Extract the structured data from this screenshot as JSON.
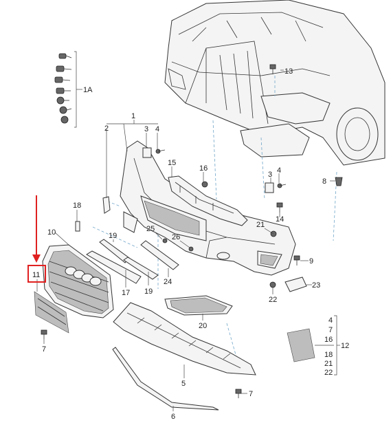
{
  "callouts": {
    "n1": "1",
    "n1a": "1A",
    "n2": "2",
    "n3a": "3",
    "n3b": "3",
    "n4a": "4",
    "n4b": "4",
    "n5": "5",
    "n6": "6",
    "n7a": "7",
    "n7b": "7",
    "n8": "8",
    "n9": "9",
    "n10": "10",
    "n11": "11",
    "n12": "12",
    "n13": "13",
    "n14": "14",
    "n15": "15",
    "n16": "16",
    "n17": "17",
    "n18": "18",
    "n19a": "19",
    "n19b": "19",
    "n20": "20",
    "n21": "21",
    "n22": "22",
    "n23": "23",
    "n24": "24",
    "n25": "25",
    "n26": "26"
  },
  "kit_12_list": [
    "4",
    "7",
    "16",
    "18",
    "21",
    "22"
  ],
  "highlight": {
    "part": "11",
    "color": "#e02020"
  }
}
